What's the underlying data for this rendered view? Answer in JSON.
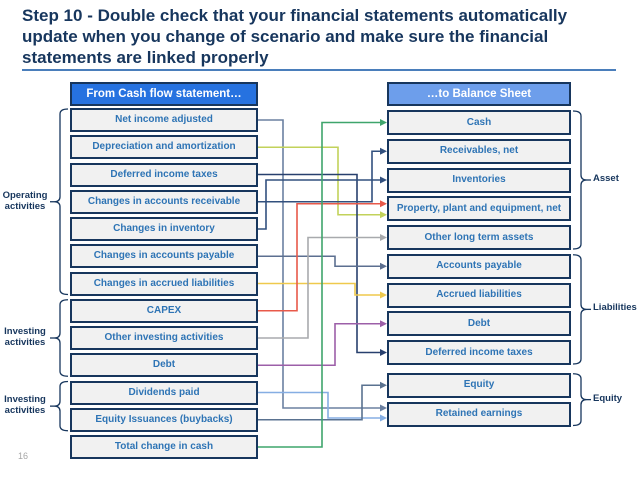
{
  "slide": {
    "title": "Step 10 - Double check that your financial statements automatically update when you change of scenario and make sure the financial statements are linked properly",
    "page_number": "16"
  },
  "diagram": {
    "left_header": "From Cash flow statement…",
    "right_header": "…to Balance Sheet",
    "cashflow_items": [
      "Net income adjusted",
      "Depreciation and amortization",
      "Deferred income taxes",
      "Changes in accounts receivable",
      "Changes in inventory",
      "Changes in accounts payable",
      "Changes in accrued liabilities",
      "CAPEX",
      "Other investing activities",
      "Debt",
      "Dividends paid",
      "Equity Issuances (buybacks)",
      "Total change in cash"
    ],
    "balance_items": [
      "Cash",
      "Receivables, net",
      "Inventories",
      "Property, plant and equipment, net",
      "Other long term assets",
      "Accounts payable",
      "Accrued liabilities",
      "Debt",
      "Deferred income taxes",
      "Equity",
      "Retained earnings"
    ],
    "left_groups": [
      {
        "label": "Operating activities",
        "from": 0,
        "to": 6
      },
      {
        "label": "Investing activities",
        "from": 7,
        "to": 9
      },
      {
        "label": "Investing activities",
        "from": 10,
        "to": 11
      }
    ],
    "right_groups": [
      {
        "label": "Asset",
        "from": 0,
        "to": 4
      },
      {
        "label": "Liabilities",
        "from": 5,
        "to": 8
      },
      {
        "label": "Equity",
        "from": 9,
        "to": 10
      }
    ],
    "connections": [
      {
        "from": 0,
        "to": 10,
        "color": "#6B80A1",
        "vx": 283,
        "toOff": -6
      },
      {
        "from": 1,
        "to": 3,
        "color": "#C2D25A",
        "vx": 338,
        "toOff": 6
      },
      {
        "from": 2,
        "to": 8,
        "color": "#28406E",
        "vx": 357,
        "toOff": 0
      },
      {
        "from": 3,
        "to": 1,
        "color": "#32507E",
        "vx": 372,
        "toOff": 0
      },
      {
        "from": 4,
        "to": 2,
        "color": "#32507E",
        "vx": 266,
        "toOff": 0
      },
      {
        "from": 5,
        "to": 5,
        "color": "#5C6F90",
        "vx": 335,
        "toOff": 0
      },
      {
        "from": 6,
        "to": 6,
        "color": "#EFC94C",
        "vx": 355,
        "toOff": 0
      },
      {
        "from": 7,
        "to": 3,
        "color": "#E8594A",
        "vx": 297,
        "toOff": -5
      },
      {
        "from": 8,
        "to": 4,
        "color": "#A8AAAD",
        "vx": 308,
        "toOff": 0
      },
      {
        "from": 9,
        "to": 7,
        "color": "#9C5FA8",
        "vx": 335,
        "toOff": 0
      },
      {
        "from": 10,
        "to": 10,
        "color": "#85AEE3",
        "vx": 328,
        "toOff": 4
      },
      {
        "from": 11,
        "to": 9,
        "color": "#5A7290",
        "vx": 362,
        "toOff": 0
      },
      {
        "from": 12,
        "to": 0,
        "color": "#3FA56C",
        "vx": 322,
        "toOff": 0
      }
    ],
    "colors": {
      "title_navy": "#17365D",
      "title_rule": "#4A7EBB",
      "header_left_fill": "#2672E0",
      "header_right_fill": "#6D9EEB",
      "box_fill": "#F1F1F1",
      "box_border": "#17365D",
      "box_text": "#2E74B5",
      "page_number_gray": "#A6A6A6"
    }
  }
}
